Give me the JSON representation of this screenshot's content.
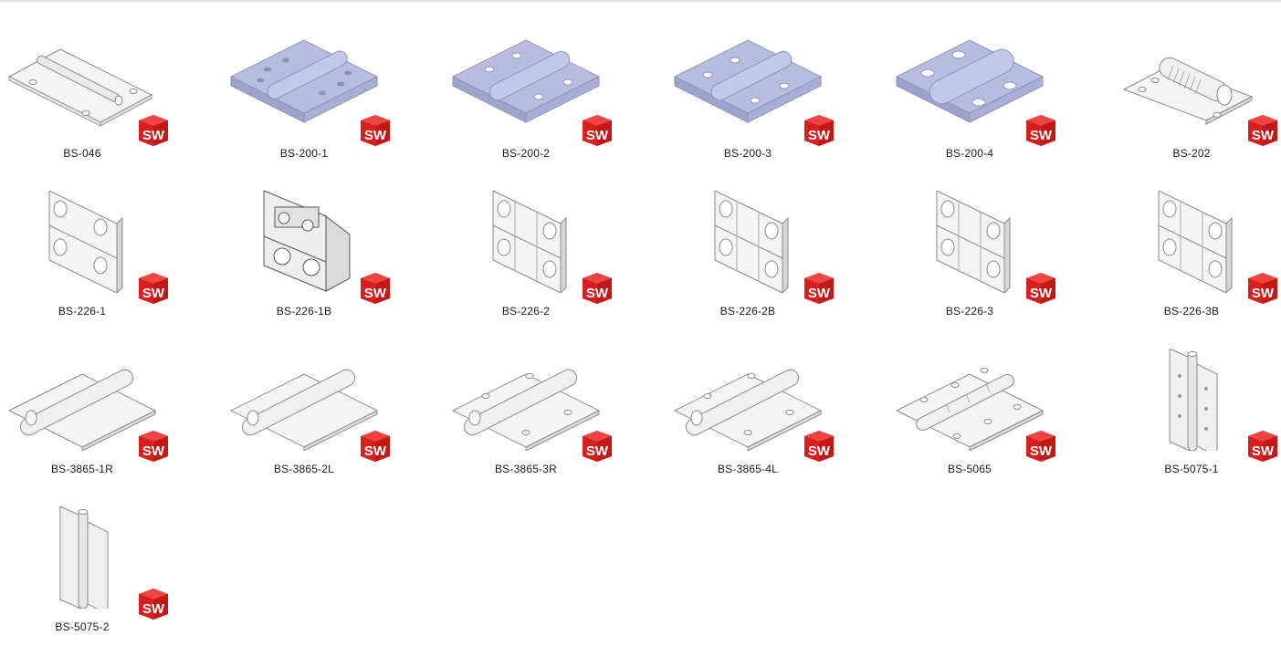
{
  "files": [
    {
      "name": "BS-046",
      "icon": "hinge-thumbnail"
    },
    {
      "name": "BS-200-1",
      "icon": "hinge-thumbnail"
    },
    {
      "name": "BS-200-2",
      "icon": "hinge-thumbnail"
    },
    {
      "name": "BS-200-3",
      "icon": "hinge-thumbnail"
    },
    {
      "name": "BS-200-4",
      "icon": "hinge-thumbnail"
    },
    {
      "name": "BS-202",
      "icon": "hinge-thumbnail"
    },
    {
      "name": "BS-226-1",
      "icon": "hinge-thumbnail"
    },
    {
      "name": "BS-226-1B",
      "icon": "hinge-thumbnail"
    },
    {
      "name": "BS-226-2",
      "icon": "hinge-thumbnail"
    },
    {
      "name": "BS-226-2B",
      "icon": "hinge-thumbnail"
    },
    {
      "name": "BS-226-3",
      "icon": "hinge-thumbnail"
    },
    {
      "name": "BS-226-3B",
      "icon": "hinge-thumbnail"
    },
    {
      "name": "BS-3865-1R",
      "icon": "hinge-thumbnail"
    },
    {
      "name": "BS-3865-2L",
      "icon": "hinge-thumbnail"
    },
    {
      "name": "BS-3865-3R",
      "icon": "hinge-thumbnail"
    },
    {
      "name": "BS-3865-4L",
      "icon": "hinge-thumbnail"
    },
    {
      "name": "BS-5065",
      "icon": "hinge-thumbnail"
    },
    {
      "name": "BS-5075-1",
      "icon": "hinge-thumbnail"
    },
    {
      "name": "BS-5075-2",
      "icon": "hinge-thumbnail"
    }
  ],
  "badge": {
    "text": "SW",
    "icon": "solidworks-badge-icon",
    "color": "#d81e1e"
  },
  "colors": {
    "lavender": "#b8bde0",
    "white_part": "#f4f4f4",
    "outline": "#8a8a8a"
  }
}
